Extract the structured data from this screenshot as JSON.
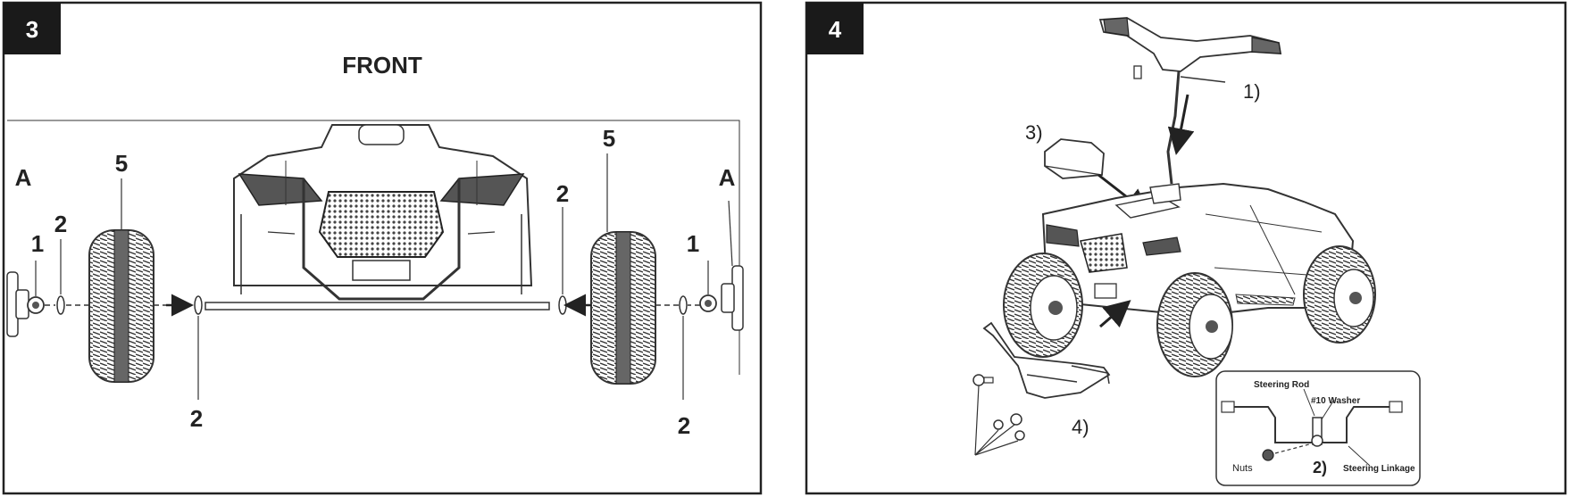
{
  "panel3": {
    "step": "3",
    "title": "FRONT",
    "labels": {
      "a_left": "A",
      "a_right": "A",
      "one_left": "1",
      "one_right": "1",
      "two_left_top": "2",
      "two_left_bottom": "2",
      "two_right_top": "2",
      "two_right_bottom": "2",
      "five_left": "5",
      "five_right": "5"
    }
  },
  "panel4": {
    "step": "4",
    "callouts": {
      "c1": "1)",
      "c3": "3)",
      "c4": "4)"
    },
    "inset": {
      "steering_rod": "Steering Rod",
      "washer": "#10 Washer",
      "nuts": "Nuts",
      "step": "2)",
      "steering_linkage": "Steering Linkage"
    }
  },
  "colors": {
    "frame": "#222222",
    "badge": "#1a1a1a",
    "badge_text": "#ffffff",
    "line": "#333333"
  }
}
